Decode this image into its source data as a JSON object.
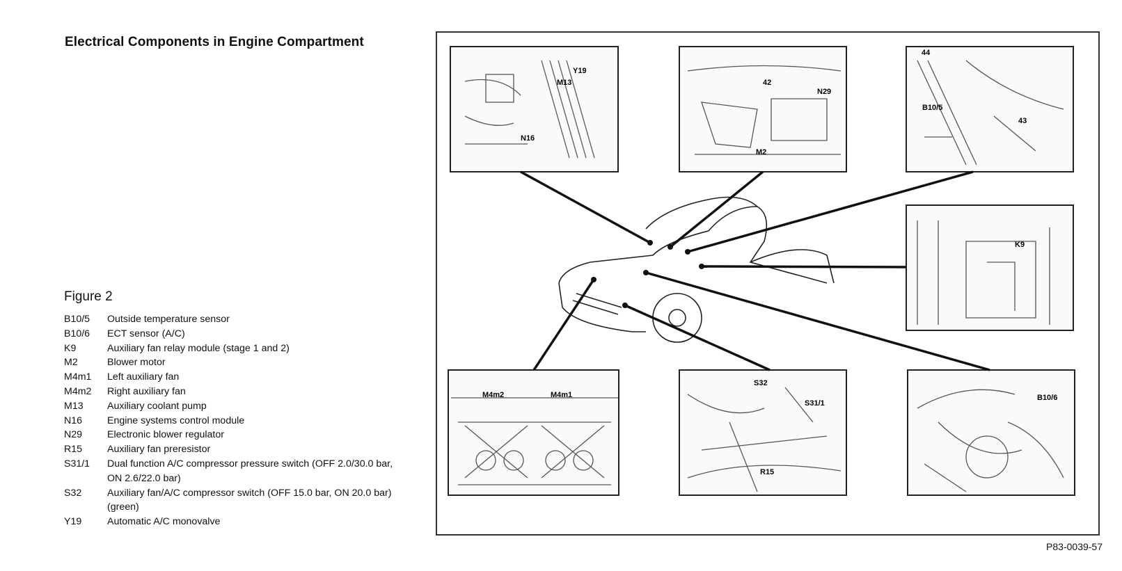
{
  "title": "Electrical Components in Engine Compartment",
  "figure_label": "Figure 2",
  "legend": [
    {
      "code": "B10/5",
      "desc": "Outside temperature sensor"
    },
    {
      "code": "B10/6",
      "desc": "ECT sensor (A/C)"
    },
    {
      "code": "K9",
      "desc": "Auxiliary fan relay module (stage 1 and 2)"
    },
    {
      "code": "M2",
      "desc": "Blower motor"
    },
    {
      "code": "M4m1",
      "desc": "Left auxiliary fan"
    },
    {
      "code": "M4m2",
      "desc": "Right auxiliary fan"
    },
    {
      "code": "M13",
      "desc": "Auxiliary coolant pump"
    },
    {
      "code": "N16",
      "desc": "Engine systems control module"
    },
    {
      "code": "N29",
      "desc": "Electronic blower regulator"
    },
    {
      "code": "R15",
      "desc": "Auxiliary fan preresistor"
    },
    {
      "code": "S31/1",
      "desc": "Dual function A/C compressor pressure switch (OFF 2.0/30.0 bar, ON 2.6/22.0 bar)"
    },
    {
      "code": "S32",
      "desc": "Auxiliary fan/A/C compressor switch (OFF 15.0 bar, ON 20.0 bar) (green)"
    },
    {
      "code": "Y19",
      "desc": "Automatic A/C monovalve"
    }
  ],
  "callouts": {
    "p1": [
      "M13",
      "Y19",
      "N16"
    ],
    "p2": [
      "42",
      "N29",
      "M2"
    ],
    "p3": [
      "44",
      "B10/5",
      "43"
    ],
    "p4": [
      "K9"
    ],
    "p5": [
      "M4m2",
      "M4m1"
    ],
    "p6": [
      "S32",
      "S31/1",
      "R15"
    ],
    "p7": [
      "B10/6"
    ]
  },
  "reference": "P83-0039-57"
}
